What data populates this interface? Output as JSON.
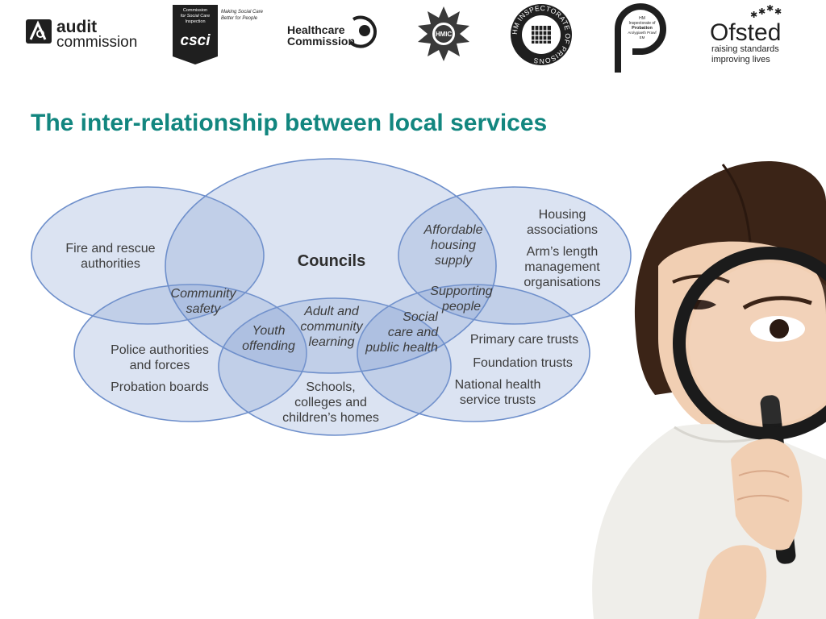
{
  "logos": {
    "audit": {
      "line1": "audit",
      "line2": "commission"
    },
    "csci": {
      "box_lines": [
        "Commission",
        "for Social Care",
        "Inspection"
      ],
      "mark": "csci",
      "tagline": [
        "Making Social Care",
        "Better for People"
      ]
    },
    "healthcare": {
      "line1": "Healthcare",
      "line2": "Commission"
    },
    "hmic": {
      "text": "HMIC"
    },
    "prisons": {
      "ring_text": "HM INSPECTORATE OF PRISONS"
    },
    "probation": {
      "lines": [
        "HM",
        "Inspectorate of",
        "Probation",
        "Arolygiaeth Prawf",
        "EM"
      ]
    },
    "ofsted": {
      "name": "Ofsted",
      "tagline1": "raising standards",
      "tagline2": "improving lives"
    }
  },
  "title": "The inter-relationship between local services",
  "diagram": {
    "councils": "Councils",
    "fire": [
      "Fire and rescue",
      "authorities"
    ],
    "housing": [
      "Housing",
      "associations"
    ],
    "arms": [
      "Arm’s length",
      "management",
      "organisations"
    ],
    "affordable": [
      "Affordable",
      "housing",
      "supply"
    ],
    "community_safety": [
      "Community",
      "safety"
    ],
    "supporting": [
      "Supporting",
      "people"
    ],
    "police": [
      "Police authorities",
      "and forces"
    ],
    "probation": "Probation boards",
    "youth": [
      "Youth",
      "offending"
    ],
    "adult": [
      "Adult and",
      "community",
      "learning"
    ],
    "social": [
      "Social",
      "care and",
      "public health"
    ],
    "primary": "Primary care trusts",
    "foundation": "Foundation trusts",
    "national": [
      "National health",
      "service trusts"
    ],
    "schools": [
      "Schools,",
      "colleges and",
      "children’s homes"
    ]
  }
}
